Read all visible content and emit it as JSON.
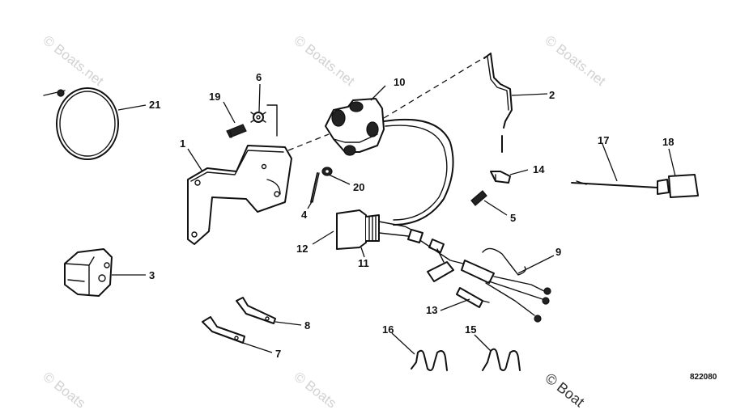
{
  "watermark": {
    "text": "© Boats.net",
    "fragment_a": "© Boats",
    "fragment_b": "© Boat"
  },
  "drawing_number": "822080",
  "callouts": {
    "n1": "1",
    "n2": "2",
    "n3": "3",
    "n4": "4",
    "n5": "5",
    "n6": "6",
    "n7": "7",
    "n8": "8",
    "n9": "9",
    "n10": "10",
    "n11": "11",
    "n12": "12",
    "n13": "13",
    "n14": "14",
    "n15": "15",
    "n16": "16",
    "n17": "17",
    "n18": "18",
    "n19": "19",
    "n20": "20",
    "n21": "21"
  }
}
